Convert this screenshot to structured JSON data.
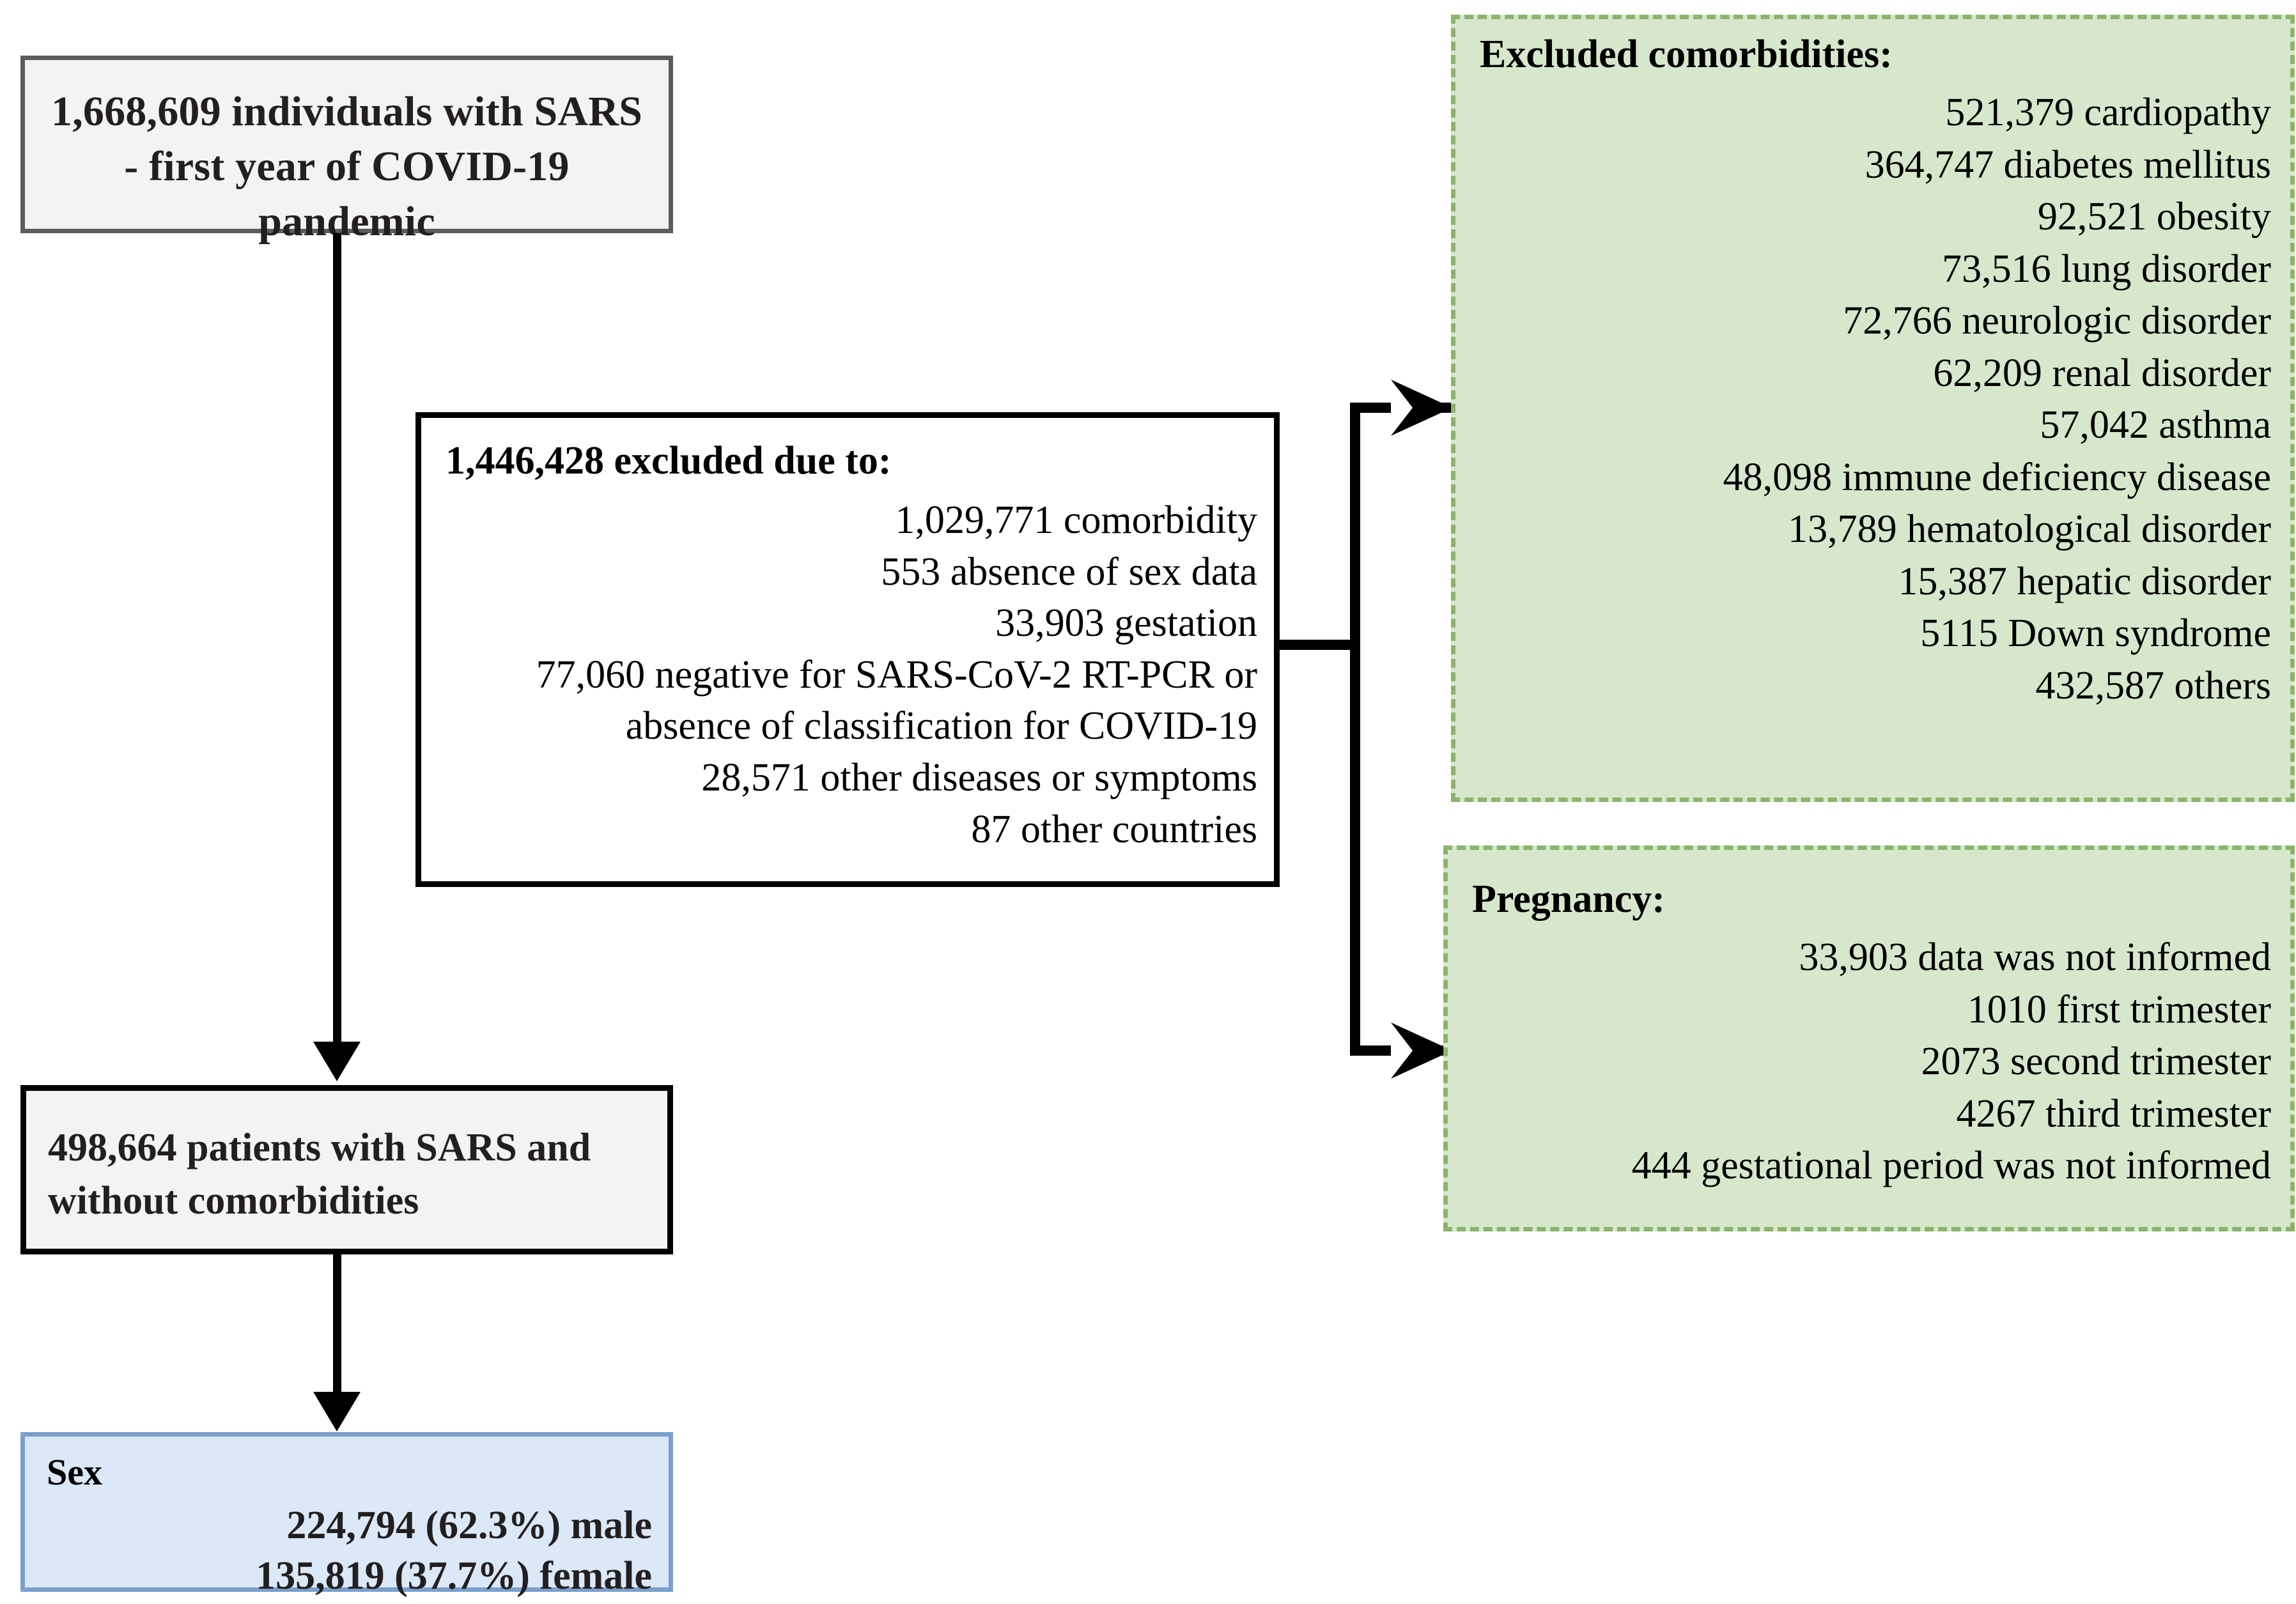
{
  "diagram": {
    "title": "SARS COVID-19 study population flowchart",
    "colors": {
      "gray_box_fill": "#f3f3f3",
      "gray_box_border": "#5c5c5c",
      "white_box_border": "#000000",
      "green_box_fill": "#d7e7cc",
      "green_box_border": "#8ab46b",
      "blue_box_fill": "#dbe8f8",
      "blue_box_border": "#7b9fcd",
      "connector": "#000000"
    }
  },
  "box_source": {
    "text": "1,668,609 individuals with SARS - first year of COVID-19 pandemic"
  },
  "box_excluded": {
    "header": "1,446,428 excluded due to:",
    "items": [
      "1,029,771 comorbidity",
      "553 absence of sex data",
      "33,903 gestation",
      "77,060 negative for SARS-CoV-2 RT-PCR or",
      "absence of classification for COVID-19",
      "28,571 other diseases or symptoms",
      "87 other countries"
    ]
  },
  "box_included": {
    "text": "498,664 patients with SARS and without comorbidities"
  },
  "box_sex": {
    "header": "Sex",
    "items": [
      "224,794 (62.3%) male",
      "135,819 (37.7%) female"
    ]
  },
  "box_comorbidities": {
    "header": "Excluded comorbidities:",
    "items": [
      "521,379 cardiopathy",
      "364,747 diabetes mellitus",
      "92,521 obesity",
      "73,516 lung disorder",
      "72,766 neurologic disorder",
      "62,209 renal disorder",
      "57,042 asthma",
      "48,098 immune deficiency disease",
      "13,789 hematological disorder",
      "15,387 hepatic disorder",
      "5115 Down syndrome",
      "432,587 others"
    ]
  },
  "box_pregnancy": {
    "header": "Pregnancy:",
    "items": [
      "33,903 data was not informed",
      "1010 first trimester",
      "2073 second trimester",
      "4267 third trimester",
      "444 gestational period was not informed"
    ]
  }
}
